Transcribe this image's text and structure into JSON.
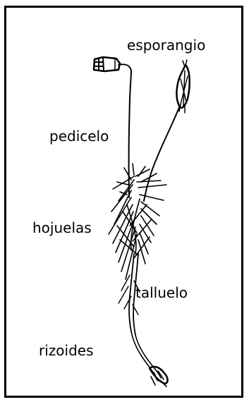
{
  "figure": {
    "labels": {
      "esporangio": "esporangio",
      "pedicelo": "pedicelo",
      "hojuelas": "hojuelas",
      "talluelo": "talluelo",
      "rizoides": "rizoides"
    },
    "line_color": "#000000",
    "background_color": "#ffffff"
  }
}
